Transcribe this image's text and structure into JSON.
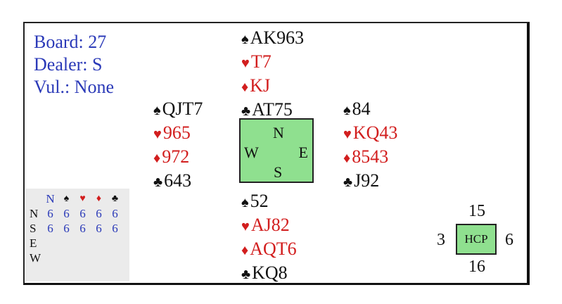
{
  "board": {
    "board_label": "Board: 27",
    "dealer_label": "Dealer: S",
    "vul_label": "Vul.: None"
  },
  "suits": {
    "spade": "♠",
    "heart": "♥",
    "diamond": "♦",
    "club": "♣"
  },
  "hands": {
    "north": {
      "spades": "AK963",
      "hearts": "T7",
      "diamonds": "KJ",
      "clubs": "AT75"
    },
    "west": {
      "spades": "QJT7",
      "hearts": "965",
      "diamonds": "972",
      "clubs": "643"
    },
    "east": {
      "spades": "84",
      "hearts": "KQ43",
      "diamonds": "8543",
      "clubs": "J92"
    },
    "south": {
      "spades": "52",
      "hearts": "AJ82",
      "diamonds": "AQT6",
      "clubs": "KQ8"
    }
  },
  "compass": {
    "n": "N",
    "s": "S",
    "w": "W",
    "e": "E"
  },
  "tricks_table": {
    "header_notrump": "N",
    "rows": [
      {
        "player": "N",
        "values": [
          "6",
          "6",
          "6",
          "6",
          "6"
        ]
      },
      {
        "player": "S",
        "values": [
          "6",
          "6",
          "6",
          "6",
          "6"
        ]
      },
      {
        "player": "E",
        "values": [
          "",
          "",
          "",
          "",
          ""
        ]
      },
      {
        "player": "W",
        "values": [
          "",
          "",
          "",
          "",
          ""
        ]
      }
    ]
  },
  "hcp": {
    "label": "HCP",
    "north": "15",
    "south": "16",
    "west": "3",
    "east": "6"
  },
  "colors": {
    "info_blue": "#2b3ab8",
    "suit_red": "#d21e1e",
    "compass_green": "#8fe08f",
    "table_grey": "#ebebeb"
  }
}
